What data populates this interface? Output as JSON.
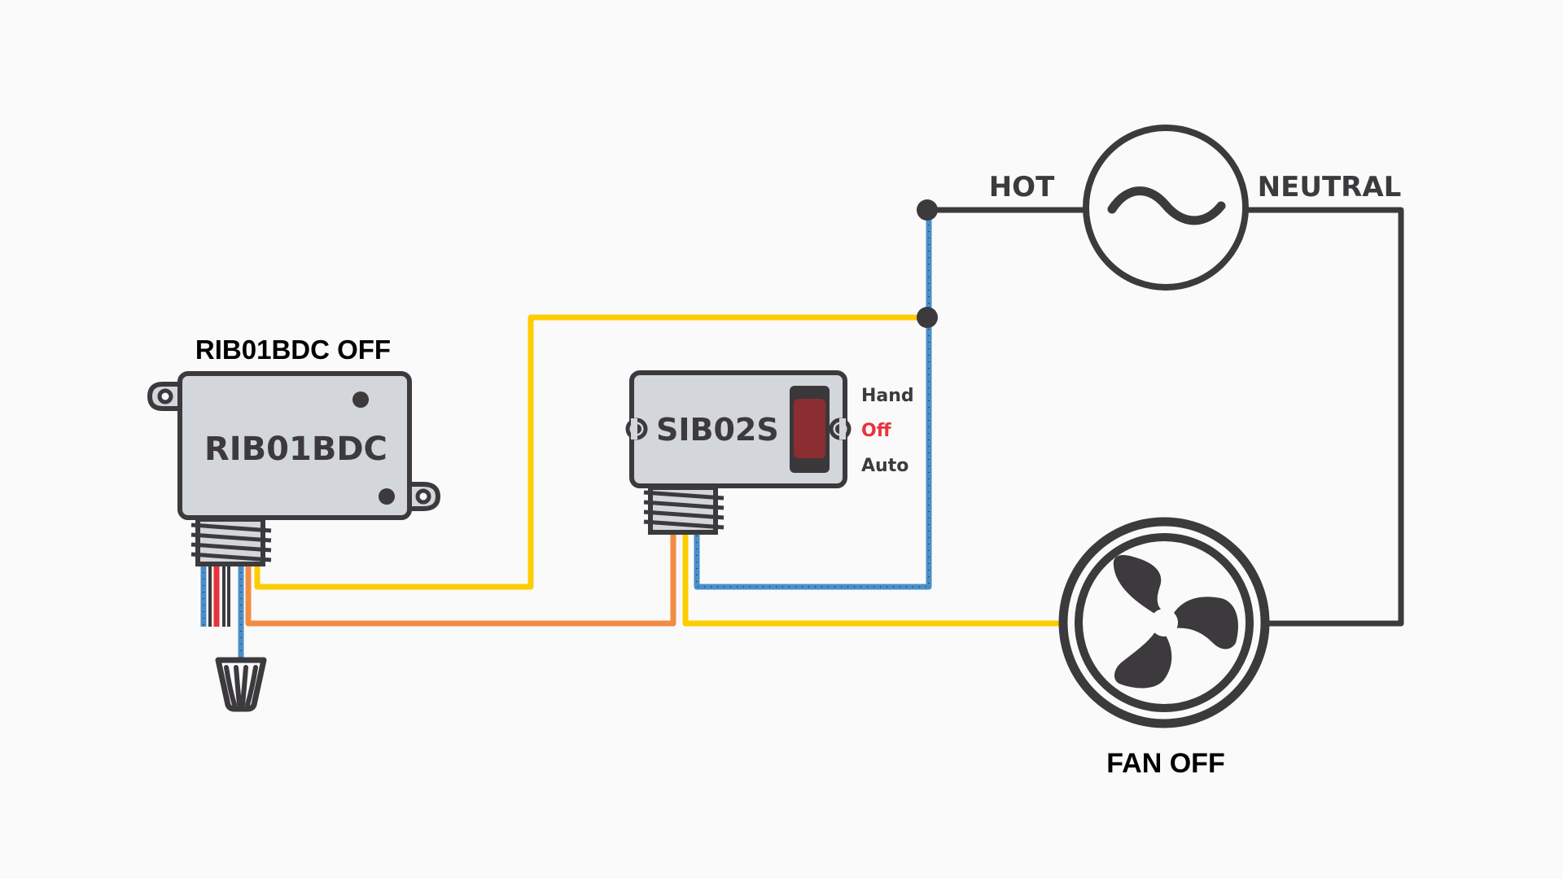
{
  "diagram": {
    "title": "RIB01BDC / SIB02S fan wiring diagram",
    "colors": {
      "background": "#fafafa",
      "outline": "#3c3a3d",
      "device_body": "#d3d6da",
      "hot_yellow": "#fdcd00",
      "blue": "#4a8fca",
      "orange": "#f28c43",
      "red_wire": "#e8343f",
      "rocker_red": "#8b2e32",
      "off_label": "#e8343f"
    },
    "relay": {
      "status_label": "RIB01BDC OFF",
      "body_label": "RIB01BDC",
      "lead_wires": [
        "blue",
        "black",
        "red",
        "black",
        "blue"
      ]
    },
    "switch": {
      "body_label": "SIB02S",
      "positions": [
        {
          "label": "Hand",
          "active": false
        },
        {
          "label": "Off",
          "active": true
        },
        {
          "label": "Auto",
          "active": false
        }
      ],
      "selected": "Off"
    },
    "source": {
      "hot_label": "HOT",
      "neutral_label": "NEUTRAL",
      "symbol": "ac-sine"
    },
    "load": {
      "status_label": "FAN OFF",
      "symbol": "fan"
    },
    "connections": [
      {
        "from": "RIB01BDC yellow",
        "to": "HOT junction",
        "color": "yellow"
      },
      {
        "from": "RIB01BDC orange",
        "to": "SIB02S orange",
        "color": "orange"
      },
      {
        "from": "SIB02S blue",
        "to": "HOT junction",
        "color": "blue"
      },
      {
        "from": "SIB02S yellow",
        "to": "FAN",
        "color": "yellow"
      },
      {
        "from": "FAN",
        "to": "NEUTRAL",
        "color": "black"
      },
      {
        "from": "HOT junction",
        "to": "AC source",
        "color": "black"
      }
    ]
  }
}
